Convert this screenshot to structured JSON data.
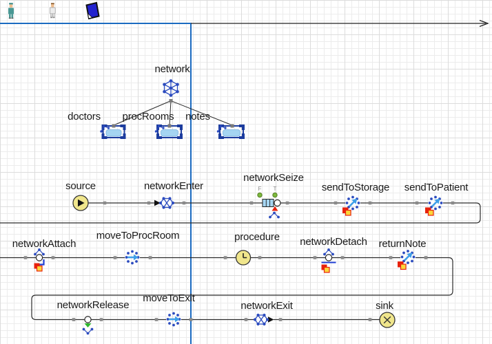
{
  "app": {
    "description": "simulation process model editor canvas"
  },
  "agents": {
    "doctor_icon": "doctor-figure",
    "patient_icon": "patient-figure",
    "note_icon": "blue-note-flag"
  },
  "network_tree": {
    "root_label": "network",
    "children": [
      {
        "label": "doctors"
      },
      {
        "label": "procRooms"
      },
      {
        "label": "notes"
      }
    ]
  },
  "blocks": {
    "source": {
      "label": "source"
    },
    "networkEnter": {
      "label": "networkEnter"
    },
    "networkSeize": {
      "label": "networkSeize",
      "port_f": "F",
      "port_t": "T"
    },
    "sendToStorage": {
      "label": "sendToStorage"
    },
    "sendToPatient": {
      "label": "sendToPatient"
    },
    "networkAttach": {
      "label": "networkAttach"
    },
    "moveToProcRoom": {
      "label": "moveToProcRoom"
    },
    "procedure": {
      "label": "procedure"
    },
    "networkDetach": {
      "label": "networkDetach"
    },
    "returnNote": {
      "label": "returnNote"
    },
    "networkRelease": {
      "label": "networkRelease"
    },
    "moveToExit": {
      "label": "moveToExit"
    },
    "networkExit": {
      "label": "networkExit"
    },
    "sink": {
      "label": "sink"
    }
  },
  "colors": {
    "frame_blue": "#1a6ac0",
    "block_blue": "#2b4bbf",
    "move_arrow_blue": "#3f9fe8",
    "pale_blue_fill": "#a5d5f2",
    "bracket_blue": "#1c3c9e",
    "block_yellow": "#f0e68c",
    "seize_port_green": "#7cba3d",
    "release_green": "#2db82d",
    "resource_red": "#e8220c",
    "resource_yellow": "#fbd63b",
    "connector_gray": "#8a8a8a",
    "line_black": "#2a2a2a"
  }
}
